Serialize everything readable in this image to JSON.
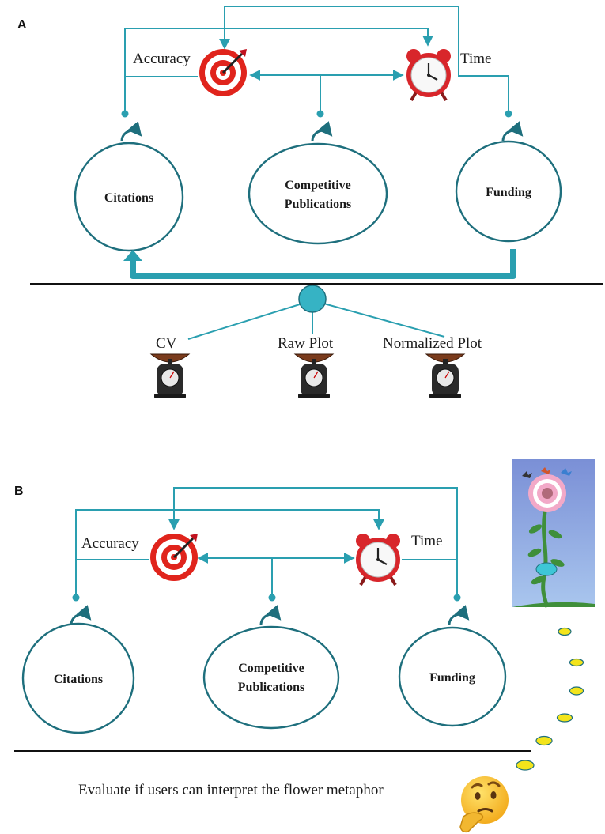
{
  "panel_a": {
    "letter": "A",
    "top_labels": {
      "accuracy": "Accuracy",
      "time": "Time"
    },
    "nodes": [
      {
        "lines": [
          "Citations"
        ]
      },
      {
        "lines": [
          "Competitive",
          "Publications"
        ]
      },
      {
        "lines": [
          "Funding"
        ]
      }
    ],
    "scale_labels": [
      "CV",
      "Raw Plot",
      "Normalized Plot"
    ]
  },
  "panel_b": {
    "letter": "B",
    "top_labels": {
      "accuracy": "Accuracy",
      "time": "Time"
    },
    "nodes": [
      {
        "lines": [
          "Citations"
        ]
      },
      {
        "lines": [
          "Competitive",
          "Publications"
        ]
      },
      {
        "lines": [
          "Funding"
        ]
      }
    ],
    "caption": "Evaluate if users can interpret the flower metaphor"
  },
  "colors": {
    "connector": "#2a9fb0",
    "node_border": "#1e6f7d",
    "accent_fill": "#36b3c4",
    "target_red": "#e0241c",
    "clock_red": "#d8262b",
    "sky_top": "#7a8fd6",
    "sky_bottom": "#9fc0ec",
    "stem": "#3f8f3a",
    "bloom_pink": "#f2a9c8",
    "stepping_stone": "#f3e41b"
  },
  "icons": [
    "target-icon",
    "alarm-clock-icon",
    "cycle-arrow-icon",
    "weighing-scale-icon",
    "flower-icon",
    "thinking-face-icon"
  ]
}
